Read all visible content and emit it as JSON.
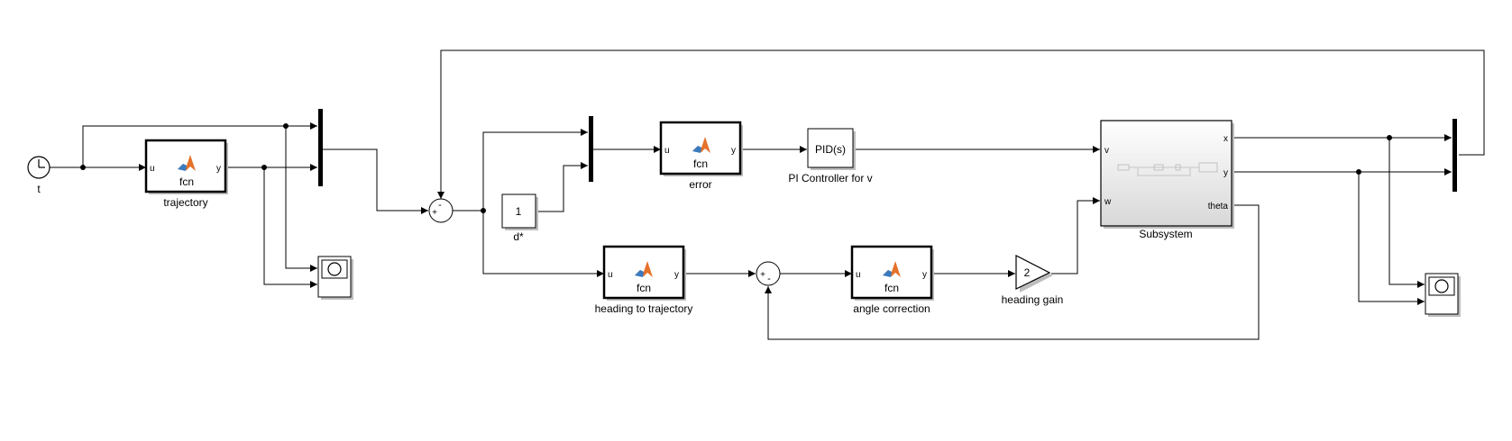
{
  "diagram": {
    "blocks": {
      "clock": {
        "label": "t"
      },
      "trajectory": {
        "name": "trajectory",
        "fcn": "fcn",
        "in": "u",
        "out": "y"
      },
      "error": {
        "name": "error",
        "fcn": "fcn",
        "in": "u",
        "out": "y"
      },
      "heading": {
        "name": "heading to trajectory",
        "fcn": "fcn",
        "in": "u",
        "out": "y"
      },
      "angle": {
        "name": "angle correction",
        "fcn": "fcn",
        "in": "u",
        "out": "y"
      },
      "constant": {
        "value": "1",
        "name": "d*"
      },
      "pid": {
        "text": "PID(s)",
        "name": "PI Controller for v"
      },
      "gain": {
        "value": "2",
        "name": "heading gain"
      },
      "subsystem": {
        "name": "Subsystem",
        "ports_in": [
          "v",
          "w"
        ],
        "ports_out": [
          "x",
          "y",
          "theta"
        ]
      },
      "sum1": {
        "signs_top": "-",
        "signs_left": "+"
      },
      "sum2": {
        "signs_left": "+",
        "signs_bottom": "-"
      }
    }
  }
}
